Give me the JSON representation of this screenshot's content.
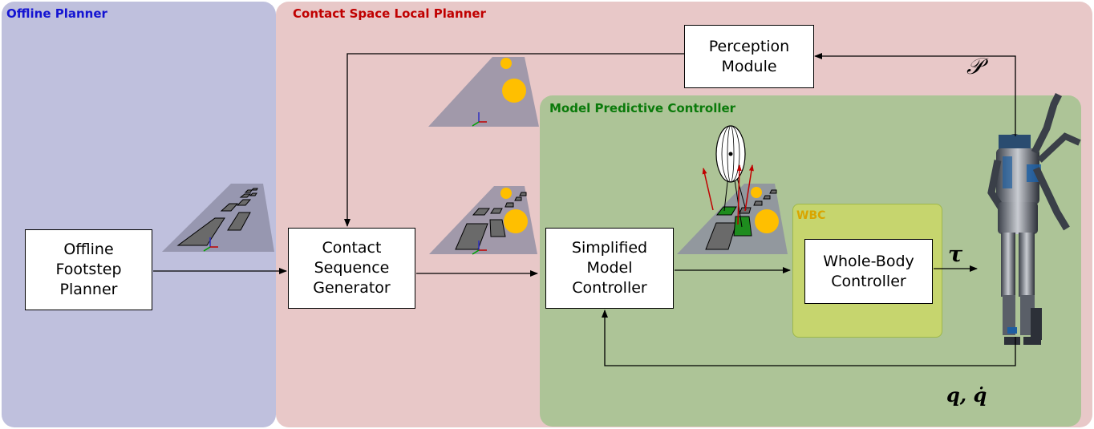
{
  "regions": {
    "offline_planner": {
      "title": "Offline Planner",
      "title_color": "#1414d2"
    },
    "contact_space_local_planner": {
      "title": "Contact Space Local Planner",
      "title_color": "#c00000"
    },
    "model_predictive_controller": {
      "title": "Model Predictive Controller",
      "title_color": "#0a7a0a"
    },
    "wbc": {
      "title": "WBC",
      "title_color": "#d9a500"
    }
  },
  "blocks": {
    "offline_footstep_planner": {
      "lines": [
        "Offline",
        "Footstep",
        "Planner"
      ]
    },
    "contact_sequence_generator": {
      "lines": [
        "Contact",
        "Sequence",
        "Generator"
      ]
    },
    "simplified_model_controller": {
      "lines": [
        "Simplified",
        "Model",
        "Controller"
      ]
    },
    "whole_body_controller": {
      "lines": [
        "Whole-Body",
        "Controller"
      ]
    },
    "perception_module": {
      "lines": [
        "Perception",
        "Module"
      ]
    }
  },
  "signals": {
    "perception": "𝒫",
    "torque": "τ",
    "state": "q, q̇"
  },
  "colors": {
    "offline_bg": "#bfc0dd",
    "local_bg": "#e8c8c8",
    "mpc_bg": "#adc497",
    "wbc_bg": "#c6d56e",
    "wbc_border": "#9fb84a",
    "terrain": "#8a8aa0",
    "patch": "#6a6a6a",
    "obstacle": "#ffbf00",
    "contact_patch": "#1e8c1e",
    "force_arrow": "#c00000"
  }
}
